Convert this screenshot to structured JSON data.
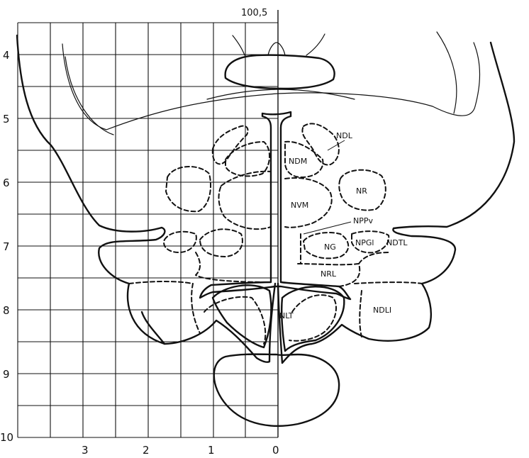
{
  "stereotaxic_label": "100,5",
  "axes": {
    "left_labels": [
      "4",
      "5",
      "6",
      "7",
      "8",
      "9",
      "10"
    ],
    "bottom_labels": [
      "3",
      "2",
      "1",
      "0"
    ]
  },
  "nuclei": {
    "ndl": "NDL",
    "ndm": "NDM",
    "nr": "NR",
    "nvm": "NVM",
    "nppv": "NPPv",
    "ng": "NG",
    "npgl": "NPGl",
    "ndtl": "NDTL",
    "nrl": "NRL",
    "nlt": "NLT",
    "ndli": "NDLI"
  }
}
